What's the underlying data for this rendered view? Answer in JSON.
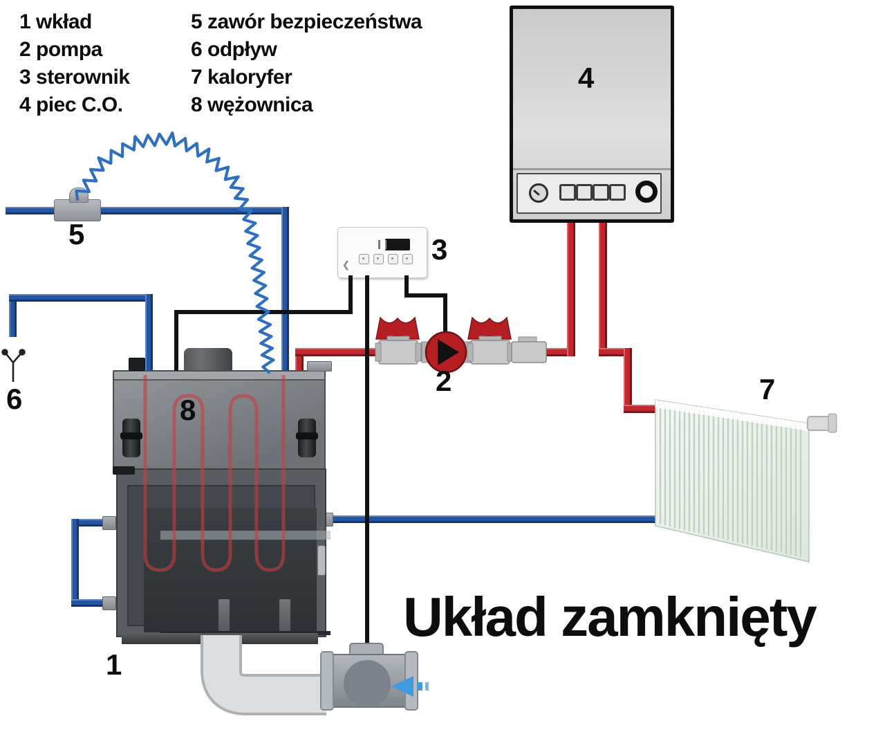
{
  "legend": {
    "items": [
      "1 wkład",
      "2 pompa",
      "3 sterownik",
      "4 piec C.O.",
      "5 zawór bezpieczeństwa",
      "6 odpływ",
      "7 kaloryfer",
      "8 wężownica"
    ]
  },
  "labels": {
    "wklad": "1",
    "pompa": "2",
    "sterownik": "3",
    "piec": "4",
    "zawor_bezpieczenstwa": "5",
    "odplyw": "6",
    "kaloryfer": "7",
    "wezownica": "8"
  },
  "title": "Układ zamknięty",
  "icons": {
    "safety_valve": "tee-valve-icon",
    "drain": "fork-drain-icon",
    "pump": "pump-rotor-icon",
    "shutoff_valve": "butterfly-valve-icon",
    "air_flow": "arrow-left-icon"
  },
  "colors": {
    "hot_pipe": "#c1272d",
    "cold_pipe": "#2456a4",
    "coil_hose": "#2e6fc0",
    "wire": "#121212",
    "pump_red": "#b51f24",
    "coil_red": "rgba(198,62,62,0.6)",
    "arrow_blue": "#3f9be0"
  }
}
